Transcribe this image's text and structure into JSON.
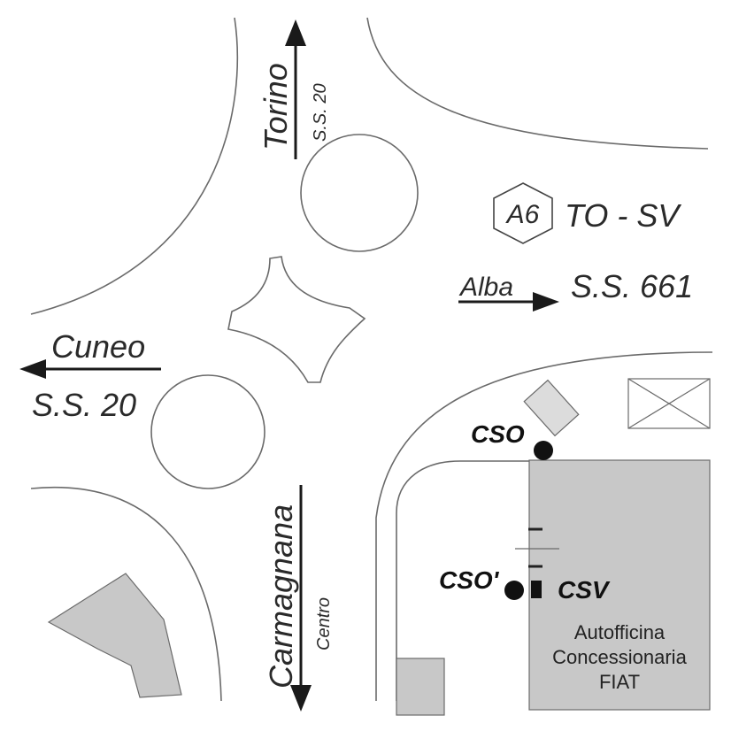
{
  "labels": {
    "torino": "Torino",
    "ss20_north": "S.S. 20",
    "a6_shield": "A6",
    "a6_route": "TO - SV",
    "alba": "Alba",
    "ss661": "S.S. 661",
    "cuneo": "Cuneo",
    "ss20_west": "S.S. 20",
    "carmagnana": "Carmagnana",
    "centro": "Centro",
    "cso": "CSO",
    "cso_prime": "CSO'",
    "csv": "CSV",
    "building_line1": "Autofficina",
    "building_line2": "Concessionaria",
    "building_line3": "FIAT"
  },
  "colors": {
    "road_line": "#6a6a6a",
    "building_fill": "#c8c8c8",
    "building_light": "#dcdcdc",
    "arrow": "#1a1a1a",
    "marker": "#111111"
  }
}
